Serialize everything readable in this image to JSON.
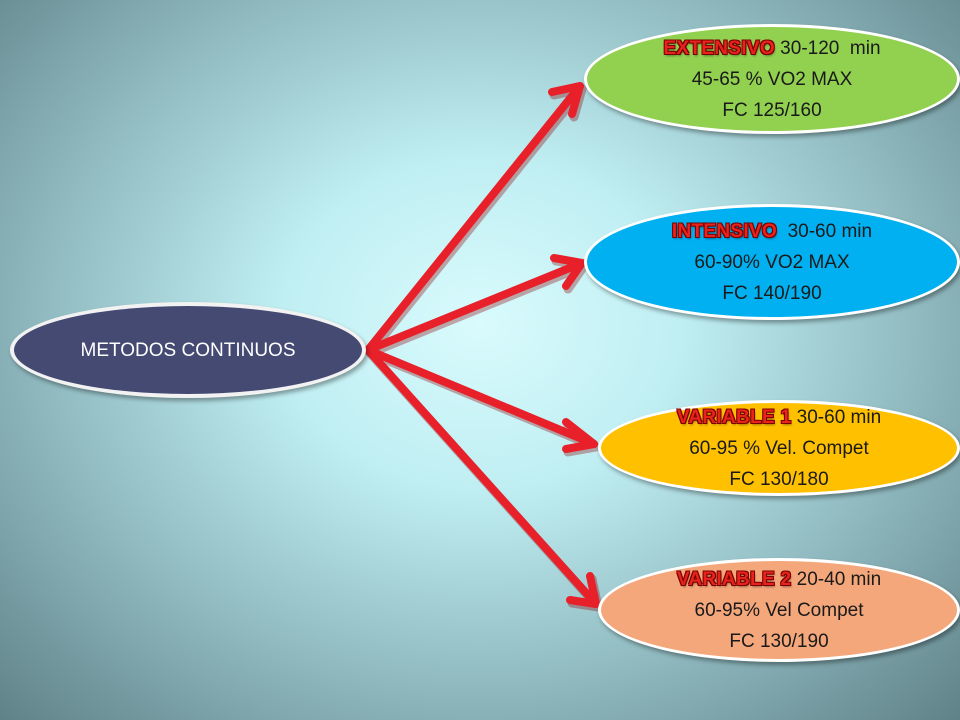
{
  "root": {
    "label": "METODOS CONTINUOS"
  },
  "nodes": [
    {
      "tag": "EXTENSIVO",
      "line1_rest": " 30-120  min",
      "line2": "45-65 % VO2 MAX",
      "line3": "FC 125/160"
    },
    {
      "tag": "INTENSIVO",
      "line1_rest": "  30-60 min",
      "line2": "60-90% VO2 MAX",
      "line3": "FC 140/190"
    },
    {
      "tag": "VARIABLE 1",
      "line1_rest": " 30-60 min",
      "line2": "60-95 % Vel. Compet",
      "line3": "FC 130/180"
    },
    {
      "tag": "VARIABLE 2",
      "line1_rest": " 20-40 min",
      "line2": "60-95% Vel Compet",
      "line3": "FC 130/190"
    }
  ],
  "colors": {
    "root_fill": "#454a73",
    "extensivo_fill": "#92d050",
    "intensivo_fill": "#00b0f0",
    "variable1_fill": "#ffc000",
    "variable2_fill": "#f4a77a",
    "arrow": "#e8202a",
    "tag_text": "#e8231c"
  }
}
